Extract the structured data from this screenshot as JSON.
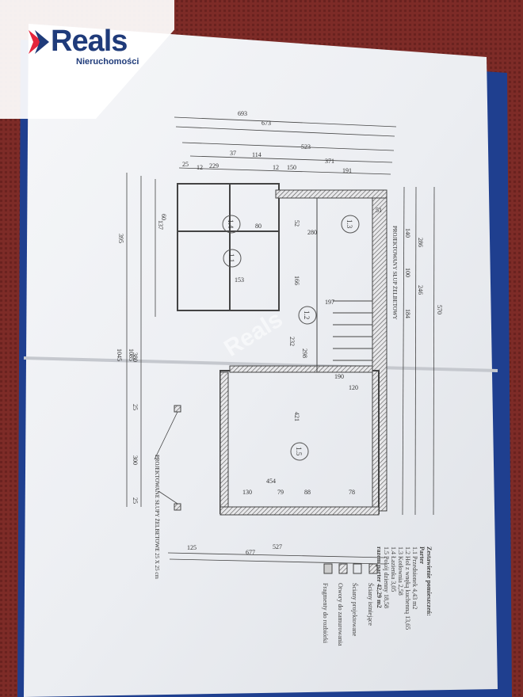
{
  "logo": {
    "brand": "Reals",
    "subtitle": "Nieruchomości",
    "brand_color": "#1f3b7a",
    "accent_color": "#e4263c"
  },
  "watermark": "Reals",
  "colors": {
    "background_fabric": "#7a2a26",
    "paper": "#f2f3f6",
    "ink": "#3a3a3a"
  },
  "plan": {
    "dimensions": [
      "693",
      "673",
      "523",
      "371",
      "191",
      "114",
      "37",
      "150",
      "229",
      "25",
      "12",
      "12",
      "286",
      "140",
      "246",
      "184",
      "100",
      "570",
      "395",
      "60",
      "137",
      "1045",
      "1085",
      "380",
      "300",
      "25",
      "25",
      "454",
      "130",
      "79",
      "88",
      "78",
      "527",
      "677",
      "125",
      "232",
      "298",
      "421",
      "153",
      "197",
      "190",
      "166",
      "120",
      "80",
      "280",
      "52",
      "51"
    ],
    "rooms": [
      "1.1",
      "1.2",
      "1.3",
      "1.4",
      "1.5"
    ],
    "notes": [
      "PROJEKTOWANE SŁUPY ŻELBETOWE 25 X 25 cm",
      "PROJEKTOWANY SŁUP ŻELBETOWY"
    ]
  },
  "legend": {
    "title": "Zestawienie pomieszczeń:",
    "floor": "Parter",
    "rows": [
      {
        "name": "1.1 Przedsionek",
        "area": "4,43 m2"
      },
      {
        "name": "1.2 Hol z wnęką kuchenną",
        "area": "13,65"
      },
      {
        "name": "1.3 Kotłownia",
        "area": "2,58"
      },
      {
        "name": "1.4 Łazienka",
        "area": "3,05"
      },
      {
        "name": "1.5 Pokój dzienny",
        "area": "18,58"
      }
    ],
    "total_label": "razem parter",
    "total": "42,29 m2",
    "keys": [
      "Ściany istniejące",
      "Ściany projektowane",
      "Otwory do zamurowania",
      "Fragmenty do rozbiórki"
    ]
  }
}
